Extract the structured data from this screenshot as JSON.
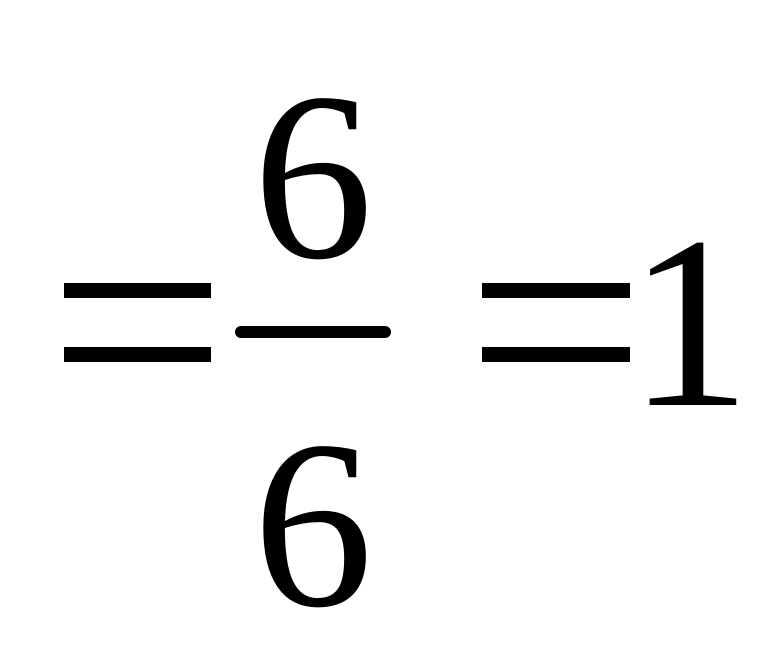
{
  "expression": {
    "equals_sign": "=",
    "numerator": "6",
    "denominator": "6",
    "result": "1"
  }
}
